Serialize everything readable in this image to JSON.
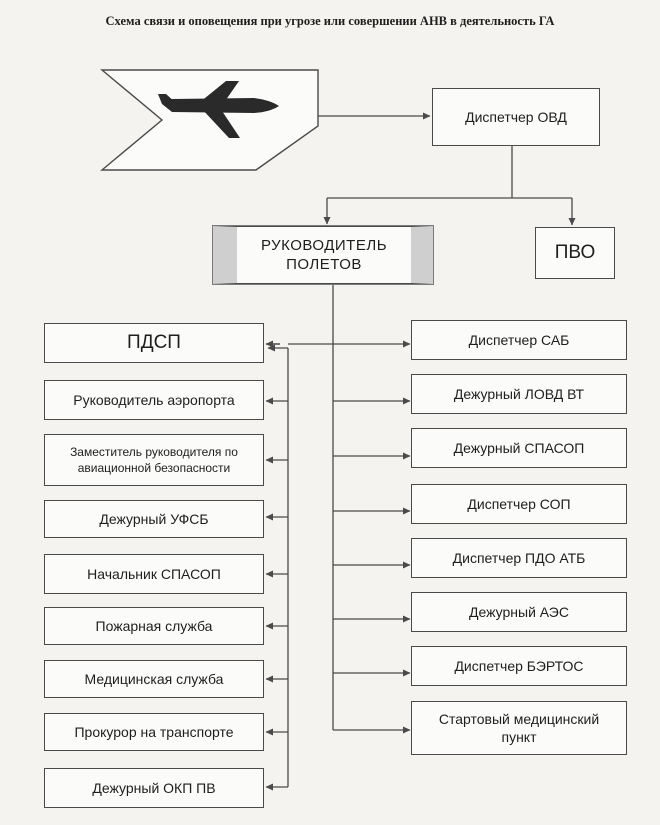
{
  "title": "Схема связи и оповещения при угрозе или совершении АНВ в деятельность ГА",
  "top": {
    "ovd": "Диспетчер ОВД",
    "rp_line1": "РУКОВОДИТЕЛЬ",
    "rp_line2": "ПОЛЕТОВ",
    "pvo": "ПВО"
  },
  "left": [
    "ПДСП",
    "Руководитель аэропорта",
    "Заместитель руководителя по авиационной безопасности",
    "Дежурный УФСБ",
    "Начальник СПАСОП",
    "Пожарная служба",
    "Медицинская служба",
    "Прокурор на транспорте",
    "Дежурный ОКП ПВ"
  ],
  "right": [
    "Диспетчер САБ",
    "Дежурный ЛОВД ВТ",
    "Дежурный СПАСОП",
    "Диспетчер СОП",
    "Диспетчер ПДО АТБ",
    "Дежурный АЭС",
    "Диспетчер БЭРТОС",
    "Стартовый медицинский пункт"
  ],
  "colors": {
    "line": "#4a4a4a",
    "paper": "#f4f3ef",
    "shade": "#cfcfcf"
  }
}
